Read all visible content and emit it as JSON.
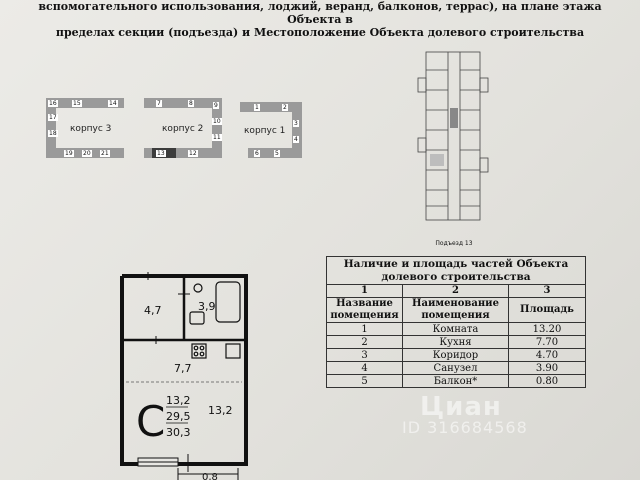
{
  "header": {
    "line1": "вспомогательного использования, лоджий, веранд, балконов, террас), на плане этажа Объекта в",
    "line2": "пределах секции (подъезда) и Местоположение Объекта долевого строительства"
  },
  "site_plan": {
    "korpus3": "корпус 3",
    "korpus2": "корпус 2",
    "korpus1": "корпус 1",
    "sections": [
      "16",
      "15",
      "14",
      "17",
      "18",
      "19",
      "20",
      "21",
      "7",
      "8",
      "9",
      "10",
      "11",
      "13",
      "12",
      "1",
      "2",
      "3",
      "4",
      "5",
      "6"
    ],
    "highlight_section": "13",
    "highlight_color": "#3c3c3c"
  },
  "floor_plan": {
    "caption": "Подъезд 13"
  },
  "table": {
    "caption_line1": "Наличие и площадь частей Объекта",
    "caption_line2": "долевого строительства",
    "col_numbers": [
      "1",
      "2",
      "3"
    ],
    "headers": [
      "Название помещения",
      "Наименование помещения",
      "Площадь"
    ],
    "rows": [
      {
        "num": "1",
        "name": "Комната",
        "area": "13.20"
      },
      {
        "num": "2",
        "name": "Кухня",
        "area": "7.70"
      },
      {
        "num": "3",
        "name": "Коридор",
        "area": "4.70"
      },
      {
        "num": "4",
        "name": "Санузел",
        "area": "3.90"
      },
      {
        "num": "5",
        "name": "Балкон*",
        "area": "0.80"
      }
    ]
  },
  "apartment": {
    "corridor_area": "4,7",
    "bath_area": "3,9",
    "kitchen_area": "7,7",
    "room_area": "13,2",
    "type_letter": "C",
    "living": "13,2",
    "total": "29,5",
    "total_with_balcony": "30,3",
    "balcony_area": "0,8"
  },
  "watermark": {
    "brand": "Циан",
    "id_text": "ID 316684568"
  }
}
